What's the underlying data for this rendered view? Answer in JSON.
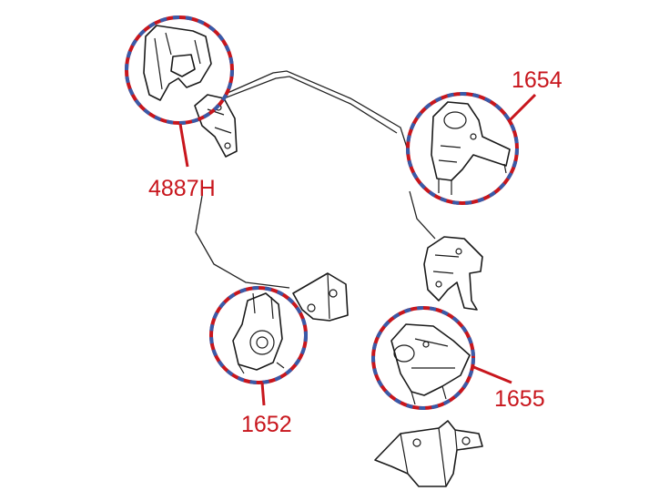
{
  "diagram": {
    "callouts": [
      {
        "id": "mount-top-left",
        "label": "4887H"
      },
      {
        "id": "mount-top-right",
        "label": "1654"
      },
      {
        "id": "mount-bottom-left",
        "label": "1652"
      },
      {
        "id": "mount-bottom-right",
        "label": "1655"
      }
    ],
    "colors": {
      "callout_text": "#c8161d",
      "ring_red": "#c8161d",
      "ring_blue": "#3a5aa8",
      "linework": "#1a1a1a"
    }
  }
}
